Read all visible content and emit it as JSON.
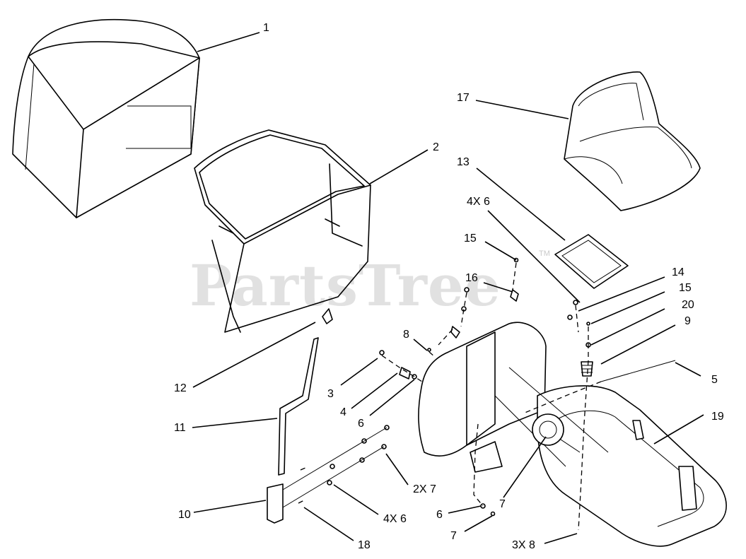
{
  "watermark": {
    "text": "PartsTree",
    "trademark": "TM"
  },
  "callouts": {
    "c1": "1",
    "c2": "2",
    "c3": "3",
    "c4": "4",
    "c5": "5",
    "c6a": "6",
    "c6b": "6",
    "c7a": "7",
    "c7b": "7",
    "c8": "8",
    "c9": "9",
    "c10": "10",
    "c11": "11",
    "c12": "12",
    "c13": "13",
    "c14": "14",
    "c15a": "15",
    "c15b": "15",
    "c16": "16",
    "c17": "17",
    "c18": "18",
    "c19": "19",
    "c20": "20",
    "c4x6a": "4X 6",
    "c4x6b": "4X 6",
    "c2x7": "2X 7",
    "c3x8": "3X 8"
  },
  "colors": {
    "line": "#000000",
    "watermark": "#c9c9c9",
    "background": "#ffffff"
  }
}
